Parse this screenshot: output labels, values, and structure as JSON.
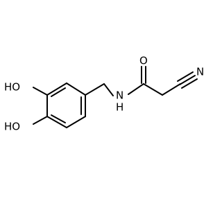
{
  "atoms": {
    "o_carbonyl": "O",
    "n_nitrile": "N",
    "n_amide": "N",
    "h_amide": "H",
    "oh_top": "HO",
    "oh_bottom": "HO"
  },
  "colors": {
    "bond": "#000000",
    "label": "#000000",
    "background": "#ffffff"
  }
}
